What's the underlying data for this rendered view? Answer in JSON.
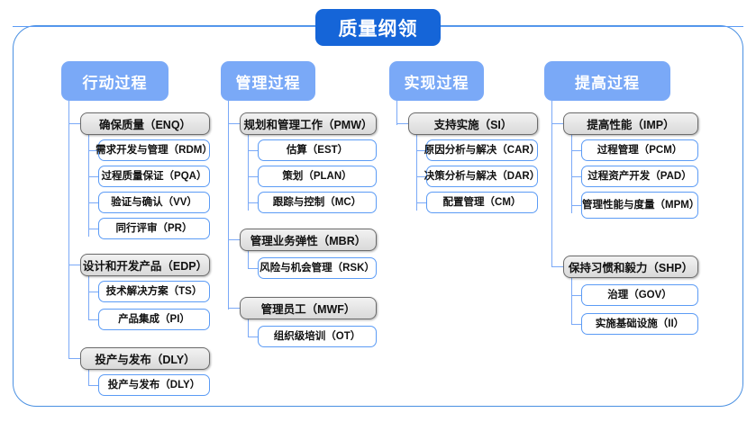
{
  "root": {
    "title": "质量纲领"
  },
  "frame": {
    "name": "diagram-frame"
  },
  "columns": [
    {
      "id": "action",
      "header": "行动过程",
      "groups": [
        {
          "title": "确保质量（ENQ）",
          "items": [
            "需求开发与管理（RDM）",
            "过程质量保证（PQA）",
            "验证与确认（VV）",
            "同行评审（PR）"
          ]
        },
        {
          "title": "设计和开发产品（EDP）",
          "items": [
            "技术解决方案（TS）",
            "产品集成（PI）"
          ]
        },
        {
          "title": "投产与发布（DLY）",
          "items": [
            "投产与发布（DLY）"
          ]
        }
      ]
    },
    {
      "id": "manage",
      "header": "管理过程",
      "groups": [
        {
          "title": "规划和管理工作（PMW）",
          "items": [
            "估算（EST）",
            "策划（PLAN）",
            "跟踪与控制（MC）"
          ]
        },
        {
          "title": "管理业务弹性（MBR）",
          "items": [
            "风险与机会管理（RSK）"
          ]
        },
        {
          "title": "管理员工（MWF）",
          "items": [
            "组织级培训（OT）"
          ]
        }
      ]
    },
    {
      "id": "realize",
      "header": "实现过程",
      "groups": [
        {
          "title": "支持实施（SI）",
          "items": [
            "原因分析与解决（CAR）",
            "决策分析与解决（DAR）",
            "配置管理（CM）"
          ]
        }
      ]
    },
    {
      "id": "improve",
      "header": "提高过程",
      "groups": [
        {
          "title": "提高性能（IMP）",
          "items": [
            "过程管理（PCM）",
            "过程资产开发（PAD）",
            "管理性能与度量（MPM）"
          ]
        },
        {
          "title": "保持习惯和毅力（SHP）",
          "items": [
            "治理（GOV）",
            "实施基础设施（II）"
          ]
        }
      ]
    }
  ],
  "colors": {
    "root_bg": "#1565d8",
    "header_bg": "#7aa9f7",
    "frame_border": "#4a90e2",
    "connector": "#7aa9f7",
    "leaf_border": "#5b9bf5",
    "category_border": "#6b6b6b",
    "category_bg": "#e4e4e4",
    "text": "#111111",
    "header_text": "#ffffff"
  }
}
